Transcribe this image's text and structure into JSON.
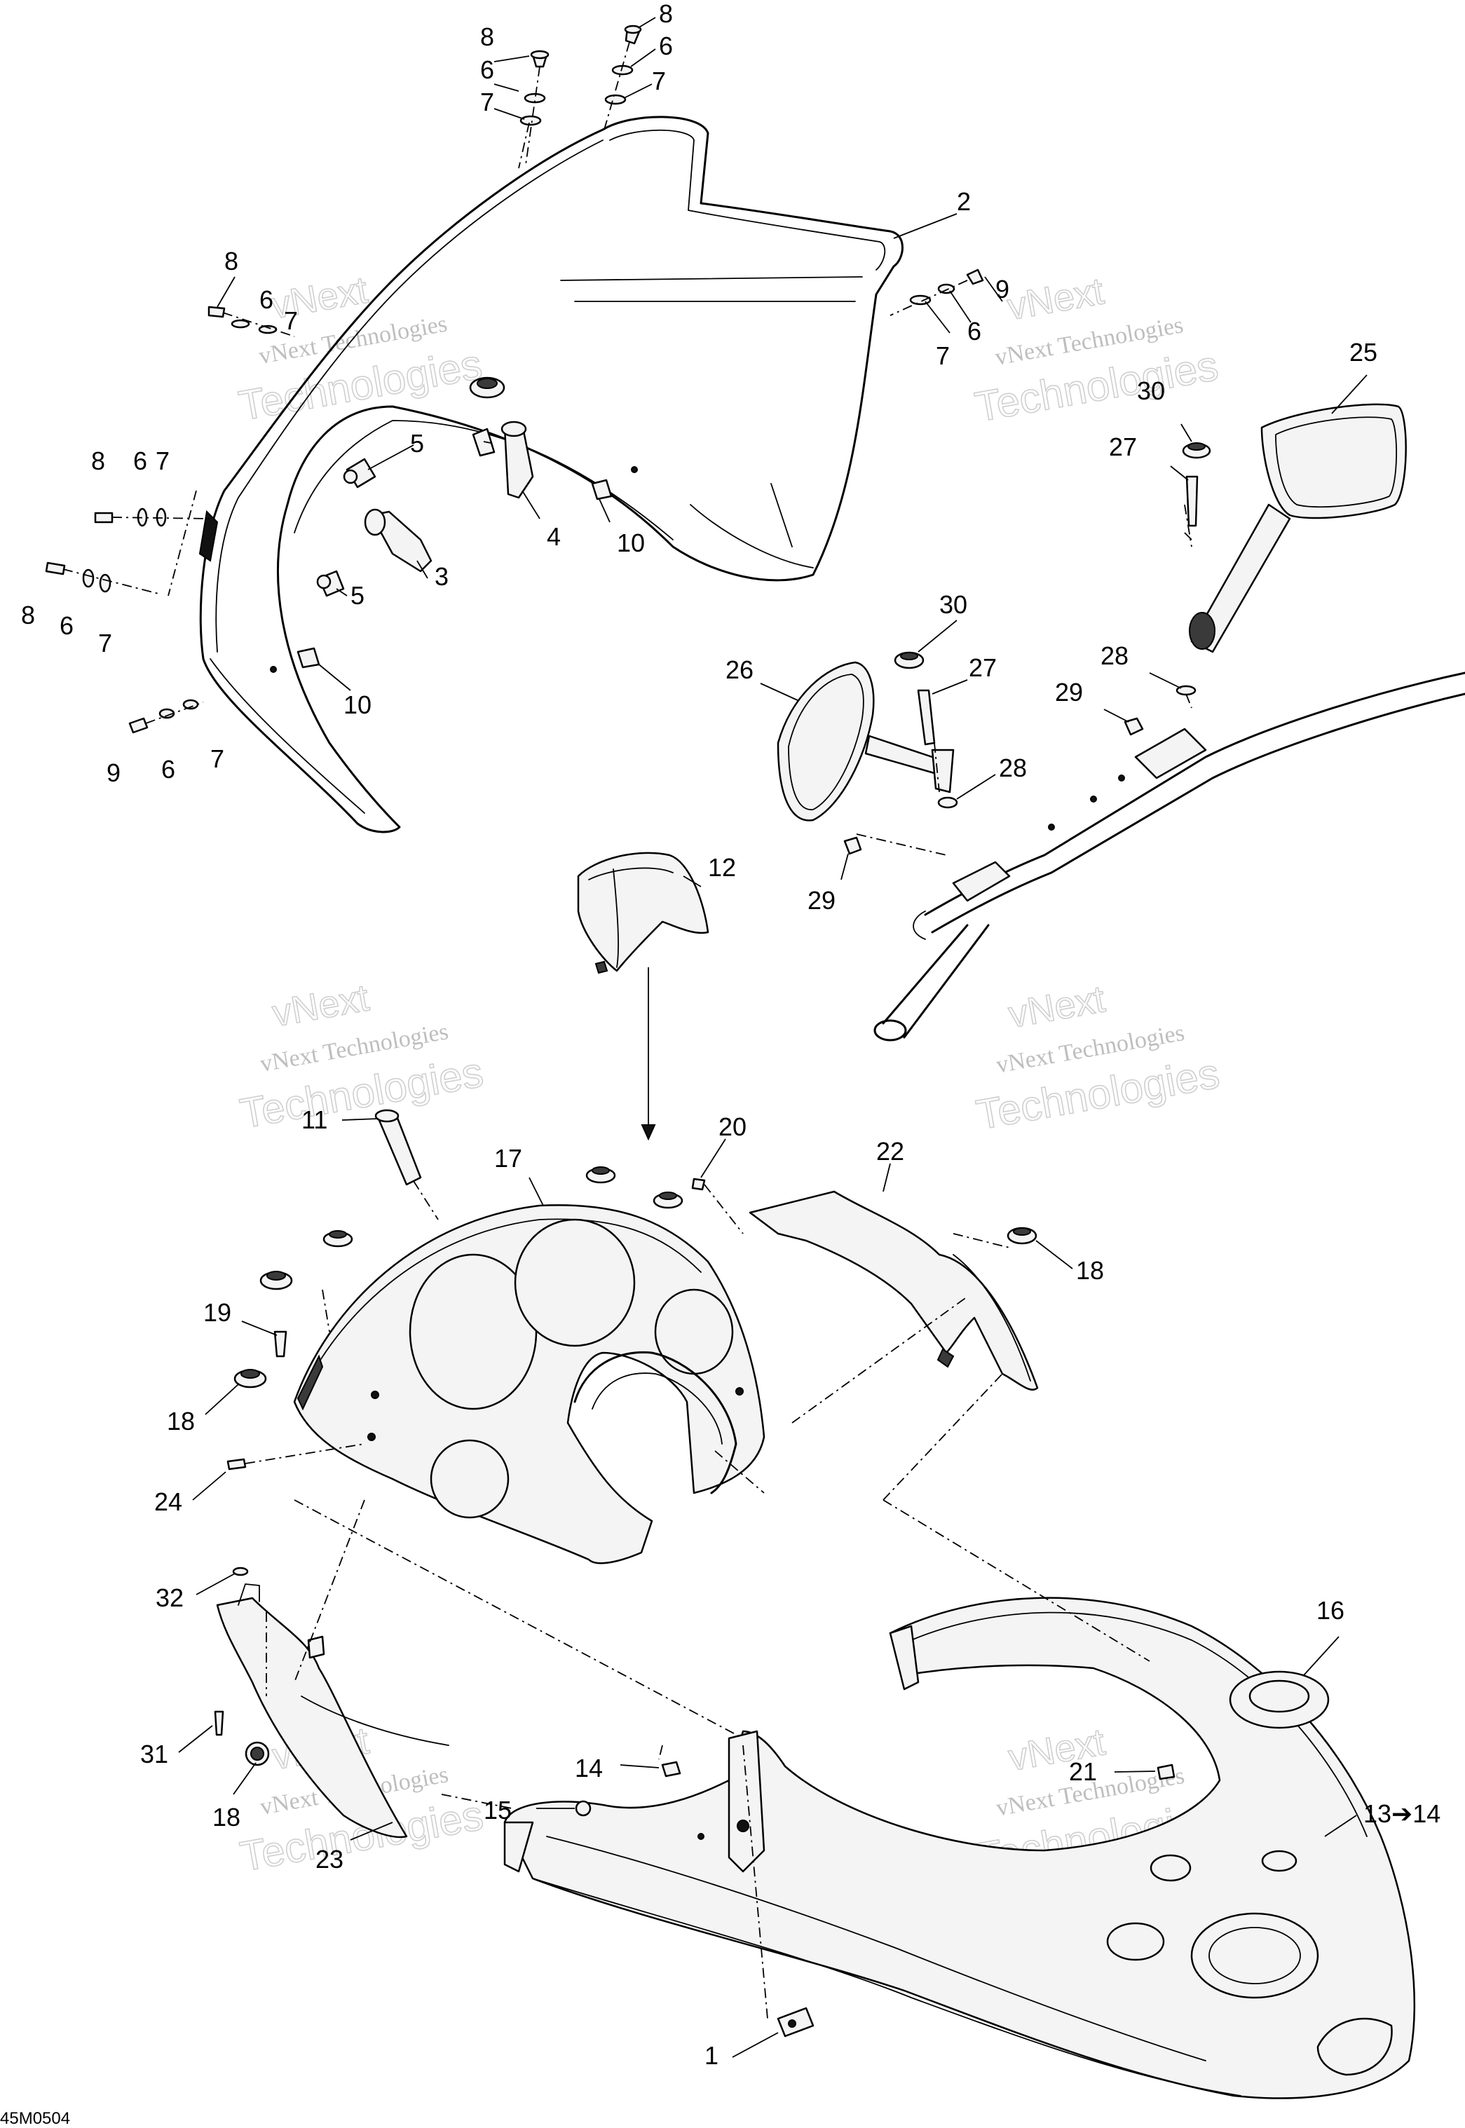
{
  "drawing_code": "45M0504",
  "watermark": {
    "line1": "vNext Technologies",
    "line2": "Technologies",
    "line0": "vNext"
  },
  "labels": {
    "p1": "1",
    "p2": "2",
    "p3": "3",
    "p4": "4",
    "p5": "5",
    "p6": "6",
    "p7": "7",
    "p8": "8",
    "p9": "9",
    "p10": "10",
    "p11": "11",
    "p12": "12",
    "p13": "13➔14",
    "p14": "14",
    "p15": "15",
    "p16": "16",
    "p17": "17",
    "p18": "18",
    "p19": "19",
    "p20": "20",
    "p21": "21",
    "p22": "22",
    "p23": "23",
    "p24": "24",
    "p25": "25",
    "p26": "26",
    "p27": "27",
    "p28": "28",
    "p29": "29",
    "p30": "30",
    "p31": "31",
    "p32": "32"
  }
}
